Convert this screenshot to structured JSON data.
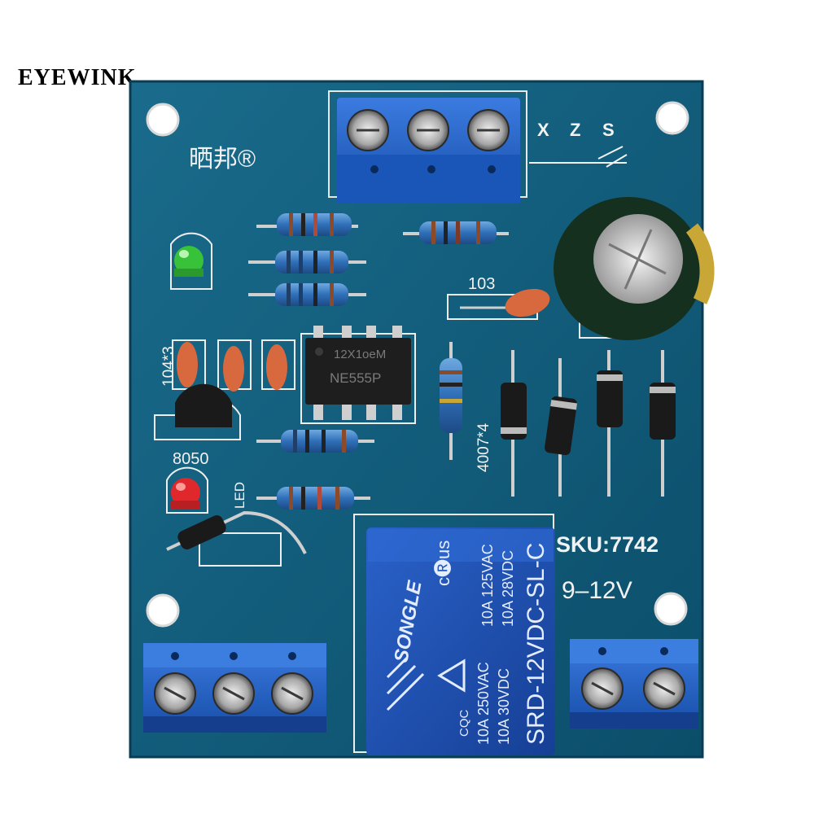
{
  "watermark": "EYEWINK",
  "board": {
    "brand_mark": "晒邦®",
    "sku": "SKU:7742",
    "voltage": "9–12V",
    "terminal_labels": [
      "X",
      "Z",
      "S"
    ],
    "capacitor_label": "103",
    "cap_array_label": "104*3",
    "diode_array_label": "4007*4",
    "transistor_label": "8050",
    "led_label": "LED",
    "ic": {
      "line1": "12X1oeM",
      "line2": "NE555P"
    },
    "relay": {
      "brand": "SONGLE",
      "certification": "c🅡us",
      "ratings_col1": [
        "10A 125VAC",
        "10A 28VDC"
      ],
      "ratings_col2": [
        "10A 250VAC",
        "10A 30VDC"
      ],
      "model": "SRD-12VDC-SL-C",
      "cqc": "CQC"
    }
  },
  "colors": {
    "pcb": "#0e5a78",
    "terminal": "#1f5fc8",
    "relay": "#1c4fb0",
    "silkscreen": "#f2f2f2"
  }
}
